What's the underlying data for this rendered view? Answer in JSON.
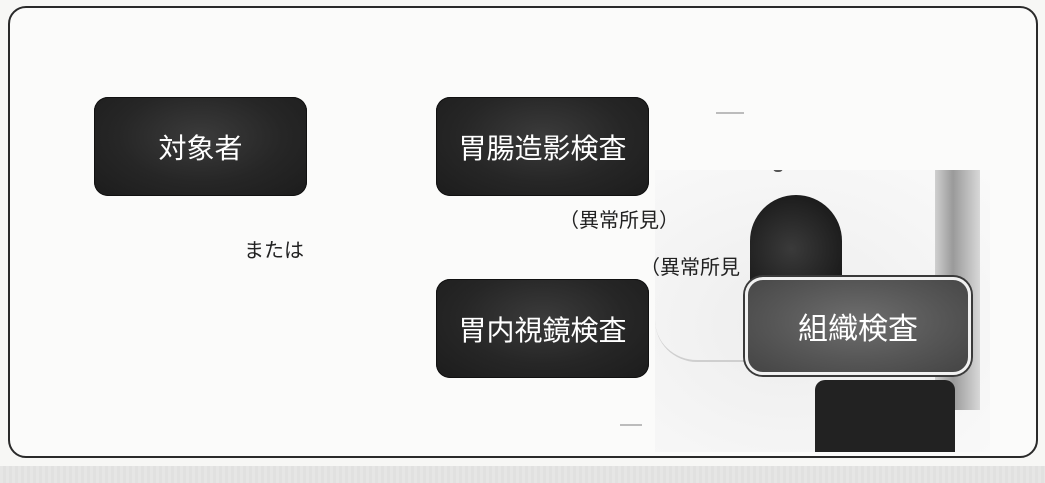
{
  "diagram": {
    "nodes": {
      "subject": "対象者",
      "xray_exam": "胃腸造影検査",
      "endoscopy_exam": "胃内視鏡検査",
      "biopsy": "組織検査"
    },
    "labels": {
      "or": "または",
      "abnormal_1": "（異常所見）",
      "abnormal_2": "（異常所見"
    }
  }
}
